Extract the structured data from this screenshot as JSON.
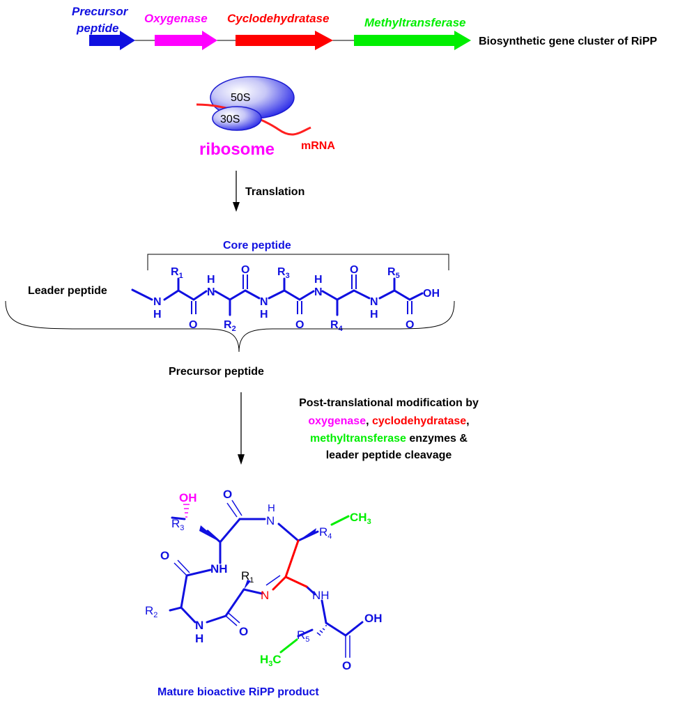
{
  "gene_cluster": {
    "precursor_line1": "Precursor",
    "precursor_line2": "peptide",
    "oxygenase": "Oxygenase",
    "cyclodehydratase": "Cyclodehydratase",
    "methyltransferase": "Methyltransferase",
    "cluster_label": "Biosynthetic gene cluster of RiPP"
  },
  "ribosome": {
    "large_subunit": "50S",
    "small_subunit": "30S",
    "label": "ribosome",
    "mrna": "mRNA"
  },
  "translation": {
    "label": "Translation"
  },
  "precursor": {
    "core_label": "Core peptide",
    "leader_label": "Leader peptide",
    "precursor_label": "Precursor peptide",
    "atoms": {
      "N": "N",
      "H": "H",
      "O": "O",
      "OH": "OH",
      "R": "R",
      "r1": "1",
      "r2": "2",
      "r3": "3",
      "r4": "4",
      "r5": "5"
    }
  },
  "ptm": {
    "line1": "Post-translational modification by",
    "oxygenase": "oxygenase",
    "sep1": ", ",
    "cyclodehydratase": "cyclodehydratase",
    "sep2": ",",
    "methyltransferase": "methyltransferase",
    "line3_rest": " enzymes &",
    "line4": "leader peptide cleavage"
  },
  "product": {
    "label": "Mature bioactive RiPP product",
    "atoms": {
      "OH": "OH",
      "O": "O",
      "N": "N",
      "H": "H",
      "NH": "NH",
      "R": "R",
      "r1": "1",
      "r2": "2",
      "r3": "3",
      "r4": "4",
      "r5": "5",
      "CH": "CH",
      "sub3": "3",
      "H3": "H",
      "C": "C"
    }
  },
  "colors": {
    "blue": "#1010e0",
    "magenta": "#ff00ff",
    "red": "#ff0000",
    "green": "#00ee00",
    "black": "#000000"
  }
}
